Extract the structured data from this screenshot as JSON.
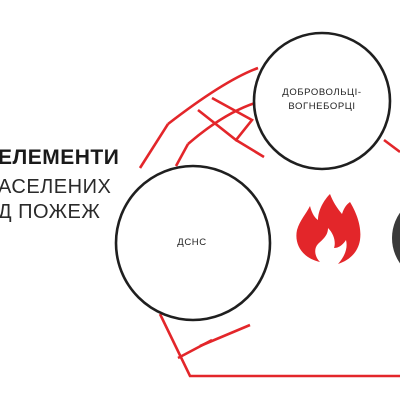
{
  "title": {
    "line1": "ЕЛЕМЕНТИ",
    "line2": "АСЕЛЕНИХ",
    "line3": "Д ПОЖЕЖ"
  },
  "nodes": [
    {
      "id": "volunteers",
      "label_line1": "ДОБРОВОЛЬЦІ-",
      "label_line2": "ВОГНЕБОРЦІ"
    },
    {
      "id": "dsns",
      "label_line1": "ДСНС"
    }
  ],
  "icons": [
    "fire-icon"
  ],
  "colors": {
    "accent_red": "#e3262a",
    "outline_dark": "#1f1f1f",
    "dark_fill": "#3a3a3a",
    "background": "#ffffff"
  }
}
